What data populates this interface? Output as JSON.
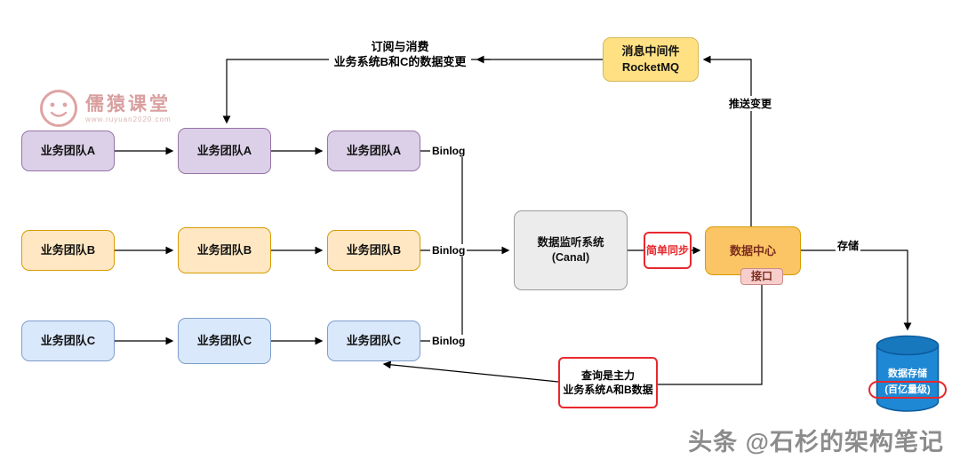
{
  "watermark": {
    "brand": "儒猿课堂",
    "url": "www.ruyuan2020.com"
  },
  "footer": {
    "credit": "头条 @石杉的架构笔记"
  },
  "teams": {
    "a": "业务团队A",
    "b": "业务团队B",
    "c": "业务团队C"
  },
  "canal": {
    "line1": "数据监听系统",
    "line2": "(Canal)"
  },
  "mq": {
    "line1": "消息中间件",
    "line2": "RocketMQ"
  },
  "data_center": {
    "label": "数据中心",
    "interface": "接口"
  },
  "sync_badge": "简单同步",
  "query_note": {
    "line1": "查询是主力",
    "line2": "业务系统A和B数据"
  },
  "database": {
    "line1": "数据存储",
    "line2": "(百亿量级)"
  },
  "edge_labels": {
    "binlog": "Binlog",
    "store": "存储",
    "push": "推送变更",
    "subscribe1": "订阅与消费",
    "subscribe2": "业务系统B和C的数据变更"
  },
  "colors": {
    "purple_fill": "#dcd0e8",
    "purple_border": "#9673a6",
    "orange_fill": "#ffe7c3",
    "orange_border": "#d79b00",
    "blue_fill": "#dae8fc",
    "blue_border": "#7d9ecb",
    "gray_fill": "#ececec",
    "gray_border": "#9a9a9a",
    "yellow_fill": "#ffe184",
    "yellow_border": "#d6b656",
    "datacenter_fill": "#fbc464",
    "datacenter_text": "#7b2d1e",
    "pink_fill": "#f8cecc",
    "red_accent": "#e8282d",
    "db_fill": "#1f88d4",
    "db_border": "#0b5c9d",
    "line_color": "#000000"
  }
}
